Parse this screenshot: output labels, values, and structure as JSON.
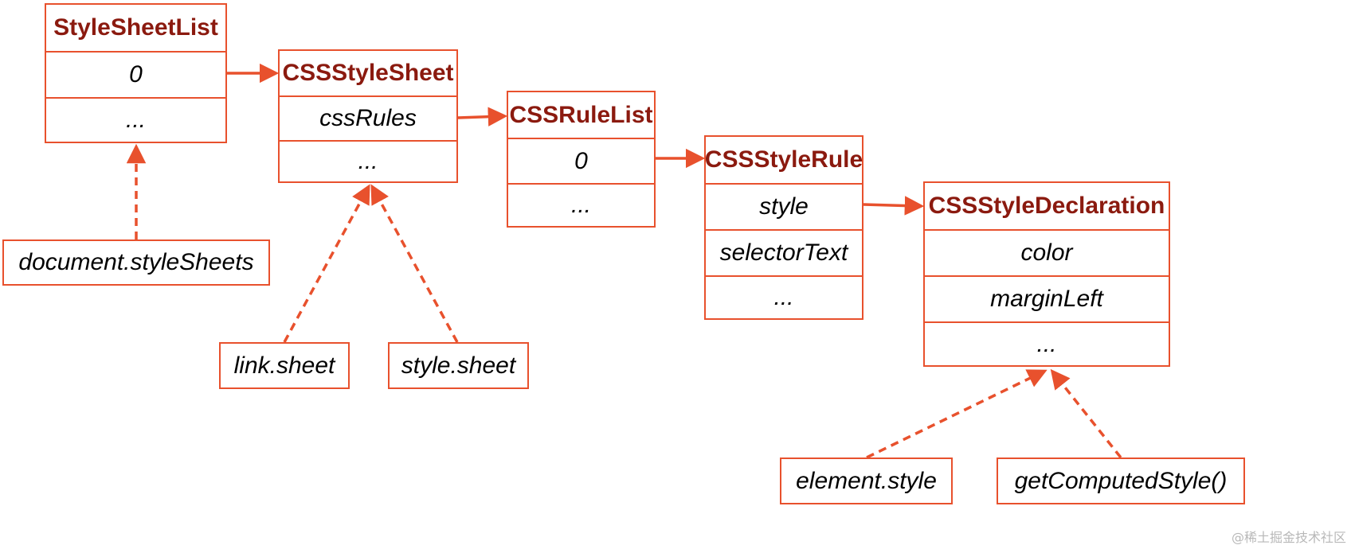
{
  "accent_color": "#e8512d",
  "title_color": "#8b1a0f",
  "boxes": {
    "stylesheetlist": {
      "title": "StyleSheetList",
      "rows": [
        "0",
        "..."
      ]
    },
    "cssstylesheet": {
      "title": "CSSStyleSheet",
      "rows": [
        "cssRules",
        "..."
      ]
    },
    "cssrulelist": {
      "title": "CSSRuleList",
      "rows": [
        "0",
        "..."
      ]
    },
    "cssstylerule": {
      "title": "CSSStyleRule",
      "rows": [
        "style",
        "selectorText",
        "..."
      ]
    },
    "cssstyledeclaration": {
      "title": "CSSStyleDeclaration",
      "rows": [
        "color",
        "marginLeft",
        "..."
      ]
    }
  },
  "labels": {
    "document_stylesheets": "document.styleSheets",
    "link_sheet": "link.sheet",
    "style_sheet": "style.sheet",
    "element_style": "element.style",
    "get_computed_style": "getComputedStyle()"
  },
  "watermark": "@稀土掘金技术社区"
}
